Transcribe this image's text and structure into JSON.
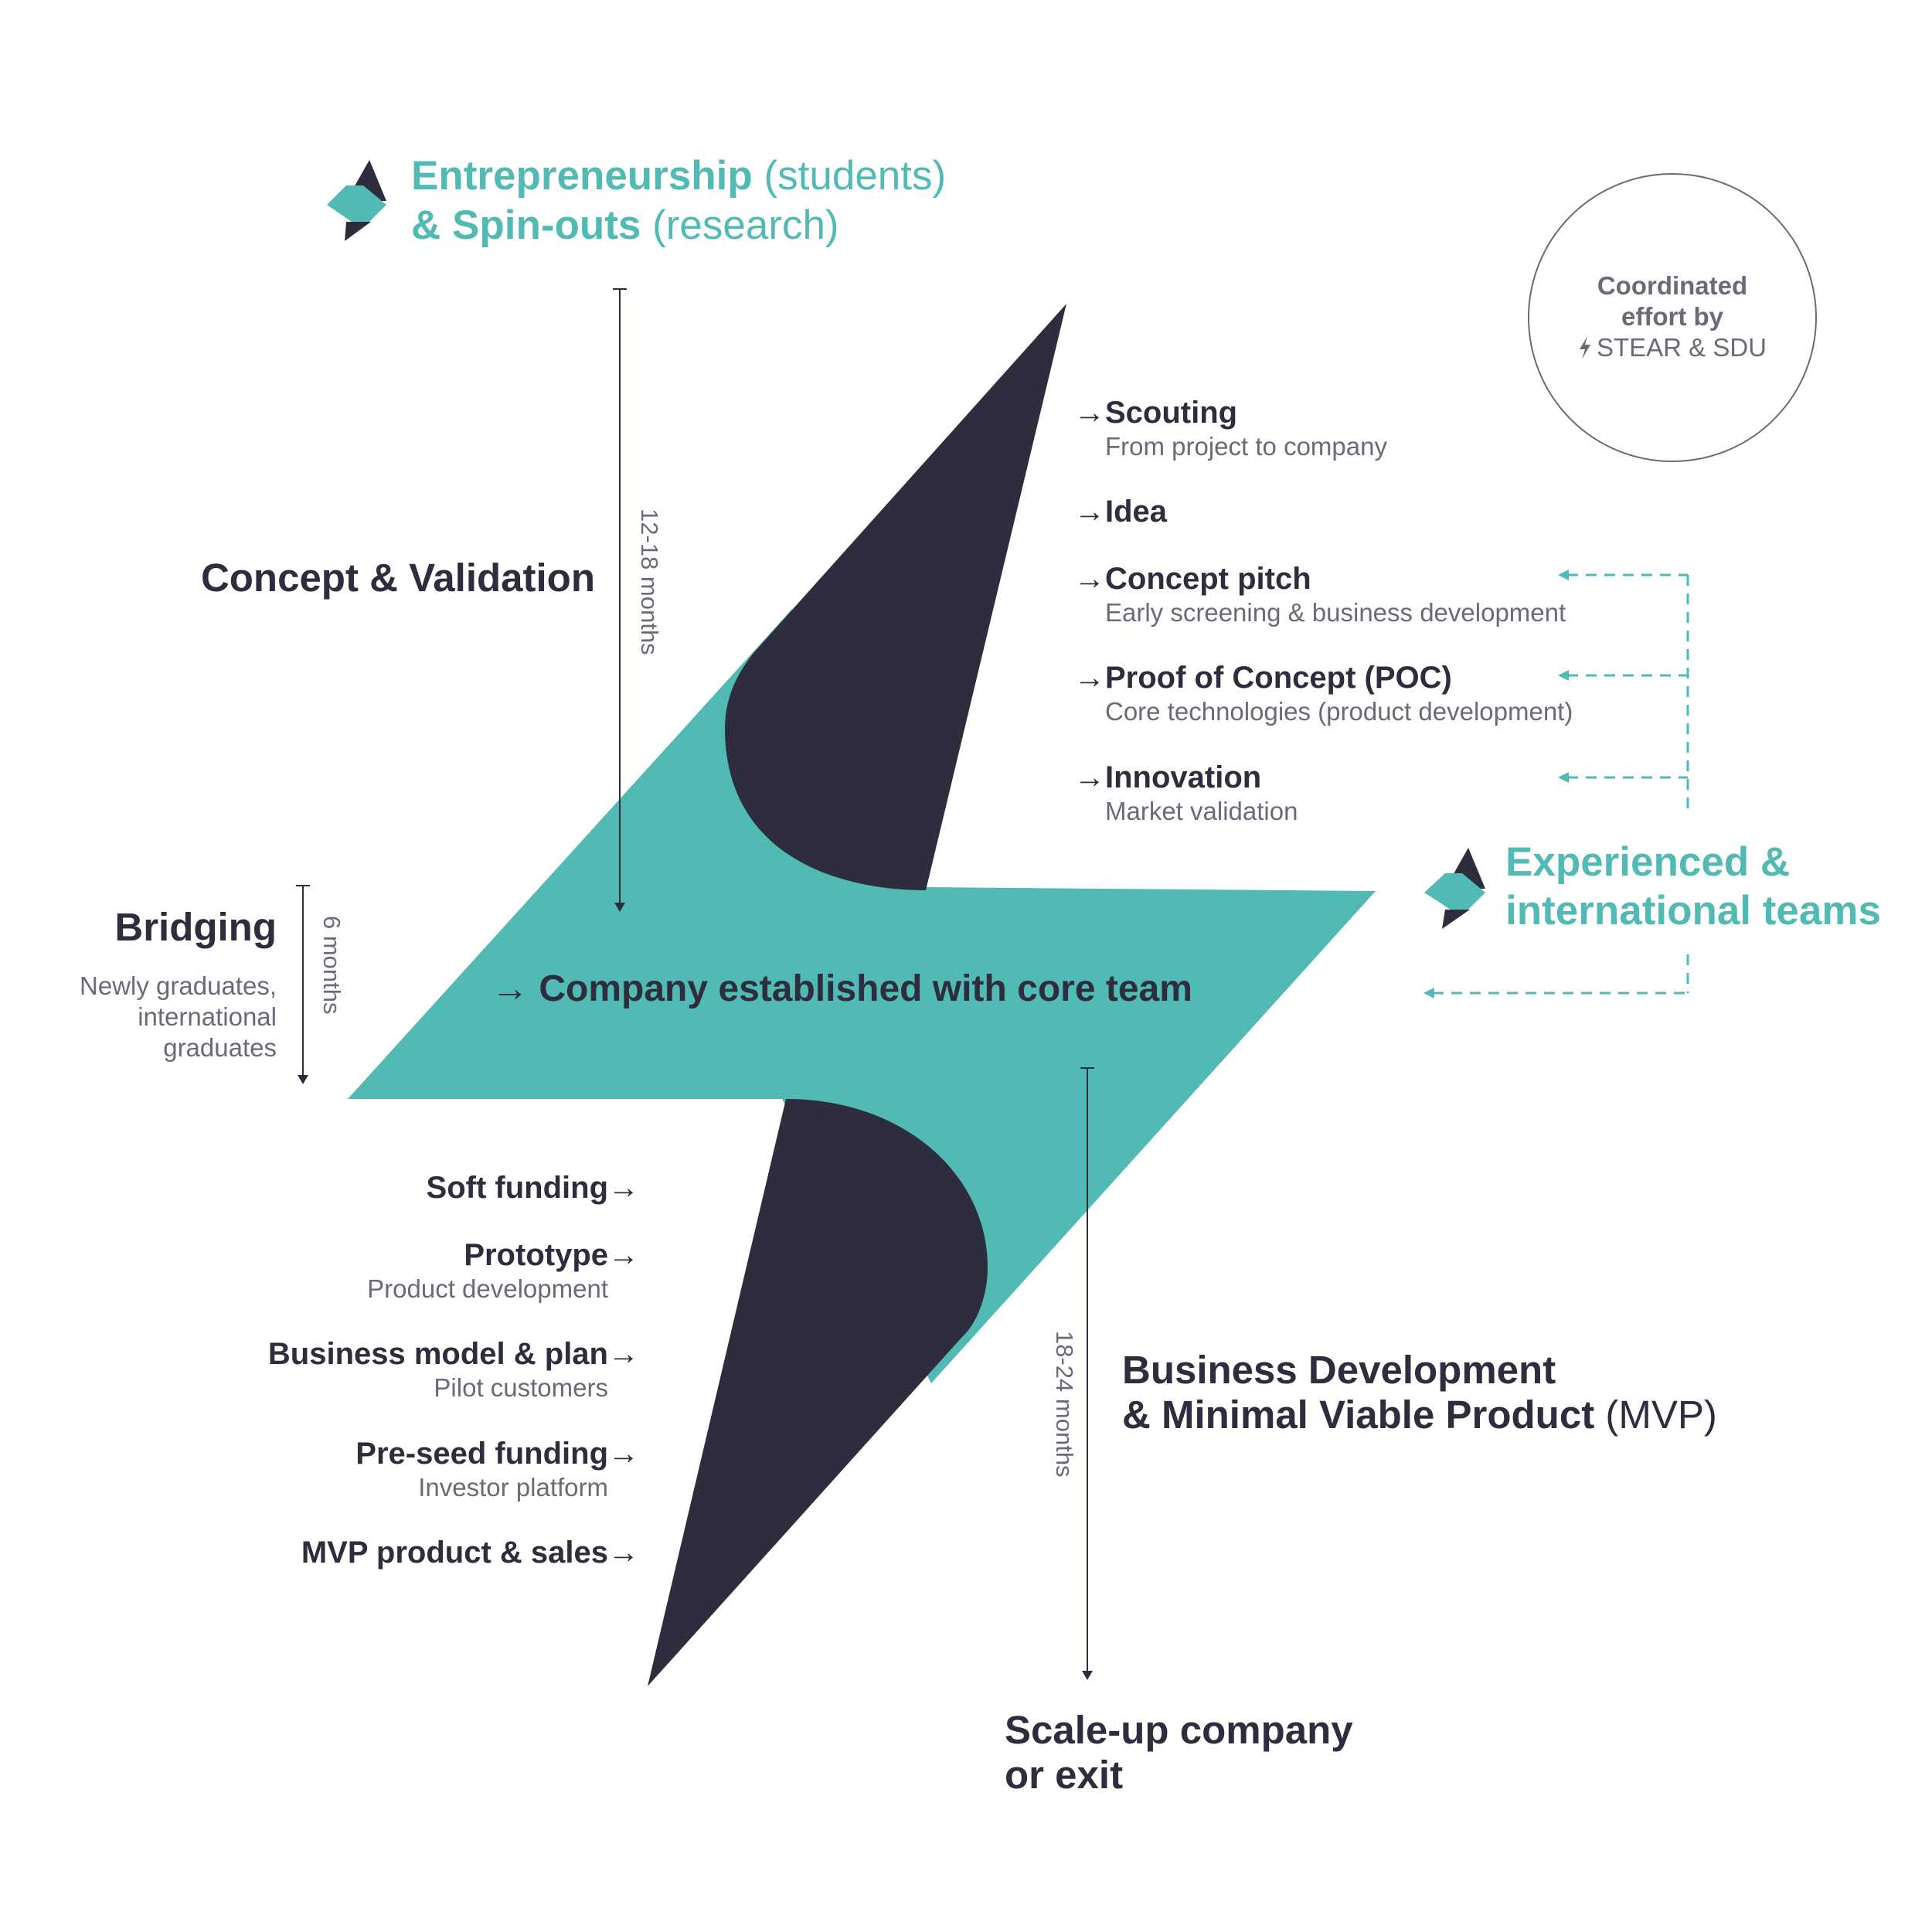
{
  "colors": {
    "teal": "#52bab4",
    "navy": "#2e2d3e",
    "grey": "#6a6a78"
  },
  "header": {
    "line1_bold": "Entrepreneurship",
    "line1_regular": " (students)",
    "line2_bold": "& Spin-outs",
    "line2_regular": " (research)"
  },
  "badge": {
    "line1": "Coordinated",
    "line2": "effort by",
    "line3": "STEAR & SDU",
    "icon": "bolt-icon"
  },
  "phases": {
    "concept": "Concept & Validation",
    "concept_duration": "12-18 months",
    "bridging": "Bridging",
    "bridging_sub": [
      "Newly graduates,",
      "international",
      "graduates"
    ],
    "bridging_duration": "6 months",
    "center": "Company established with core team",
    "bd_line1": "Business Development",
    "bd_line2_bold": "& Minimal Viable Product",
    "bd_line2_regular": " (MVP)",
    "bd_duration": "18-24 months",
    "scale_line1": "Scale-up company",
    "scale_line2": "or exit"
  },
  "right_steps": [
    {
      "title": "Scouting",
      "sub": "From project to company"
    },
    {
      "title": "Idea",
      "sub": ""
    },
    {
      "title": "Concept pitch",
      "sub": "Early screening & business development"
    },
    {
      "title": "Proof of Concept (POC)",
      "sub": "Core technologies (product development)"
    },
    {
      "title": "Innovation",
      "sub": "Market validation"
    }
  ],
  "left_steps": [
    {
      "title": "Soft funding",
      "sub": ""
    },
    {
      "title": "Prototype",
      "sub": "Product development"
    },
    {
      "title": "Business model & plan",
      "sub": "Pilot customers"
    },
    {
      "title": "Pre-seed funding",
      "sub": "Investor platform"
    },
    {
      "title": "MVP product & sales",
      "sub": ""
    }
  ],
  "experienced": {
    "line1": "Experienced &",
    "line2": "international teams"
  },
  "arrow_glyph": "→"
}
